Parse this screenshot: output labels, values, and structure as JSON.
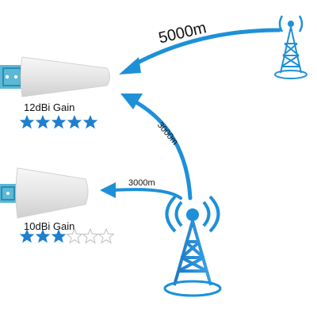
{
  "antennas": [
    {
      "gain_label": "12dBi Gain",
      "rating": 5,
      "max_rating": 5
    },
    {
      "gain_label": "10dBi Gain",
      "rating": 3,
      "max_rating": 6
    }
  ],
  "links": [
    {
      "distance": "5000m"
    },
    {
      "distance": "3000m"
    },
    {
      "distance": "3000m"
    }
  ],
  "colors": {
    "accent": "#1e90d8",
    "antenna_body": "#e8e8e8",
    "bracket": "#5bb8d6",
    "star_filled": "#1e7fd0",
    "star_empty": "#c8c8c8"
  }
}
